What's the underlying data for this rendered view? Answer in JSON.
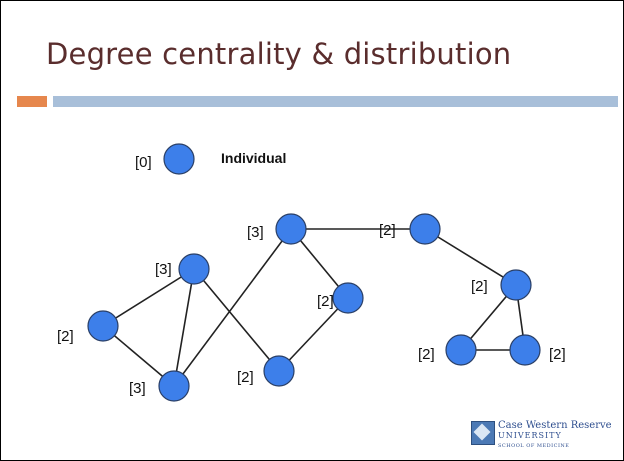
{
  "slide": {
    "title": "Degree centrality & distribution"
  },
  "legend": {
    "degree_label": "[0]",
    "label": "Individual"
  },
  "nodes": [
    {
      "id": "n1",
      "label": "[3]"
    },
    {
      "id": "n2",
      "label": "[2]"
    },
    {
      "id": "n3",
      "label": "[3]"
    },
    {
      "id": "n4",
      "label": "[2]"
    },
    {
      "id": "n5",
      "label": "[3]"
    },
    {
      "id": "n6",
      "label": "[2]"
    },
    {
      "id": "n7",
      "label": "[2]"
    },
    {
      "id": "n8",
      "label": "[2]"
    },
    {
      "id": "n9",
      "label": "[2]"
    },
    {
      "id": "n10",
      "label": "[2]"
    }
  ],
  "edges": [
    [
      "n1",
      "n4"
    ],
    [
      "n1",
      "n5"
    ],
    [
      "n2",
      "n3"
    ],
    [
      "n2",
      "n5"
    ],
    [
      "n3",
      "n5"
    ],
    [
      "n3",
      "n6"
    ],
    [
      "n1",
      "n7"
    ],
    [
      "n4",
      "n6"
    ],
    [
      "n7",
      "n8"
    ],
    [
      "n8",
      "n9"
    ],
    [
      "n8",
      "n10"
    ],
    [
      "n9",
      "n10"
    ]
  ],
  "logo": {
    "line1": "Case Western Reserve",
    "line2": "UNIVERSITY",
    "line3": "SCHOOL OF MEDICINE"
  },
  "colors": {
    "node_fill": "#3d7fea",
    "node_stroke": "#2a3f66",
    "edge": "#222222",
    "title": "#5a2d2d",
    "accent_orange": "#e6874d",
    "accent_blue": "#a8bfd9"
  }
}
